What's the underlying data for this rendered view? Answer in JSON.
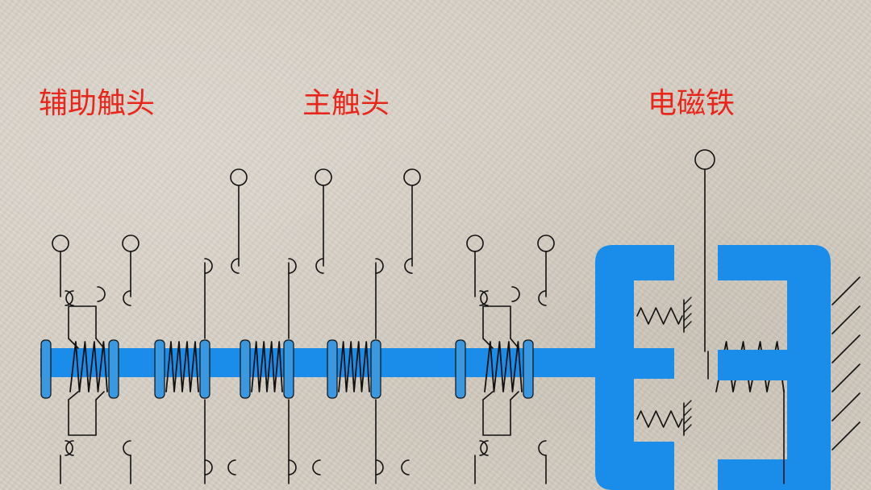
{
  "labels": {
    "auxiliary_contacts": "辅助触头",
    "main_contacts": "主触头",
    "electromagnet": "电磁铁"
  },
  "colors": {
    "label_text": "#e8261b",
    "armature_blue": "#1a8cea",
    "insulator_blue": "#3a98e0",
    "line_black": "#111111",
    "background": "#d6cfc4"
  },
  "components": {
    "auxiliary_contact_groups": 2,
    "main_contact_groups": 3,
    "terminals_top_visible": 8
  }
}
